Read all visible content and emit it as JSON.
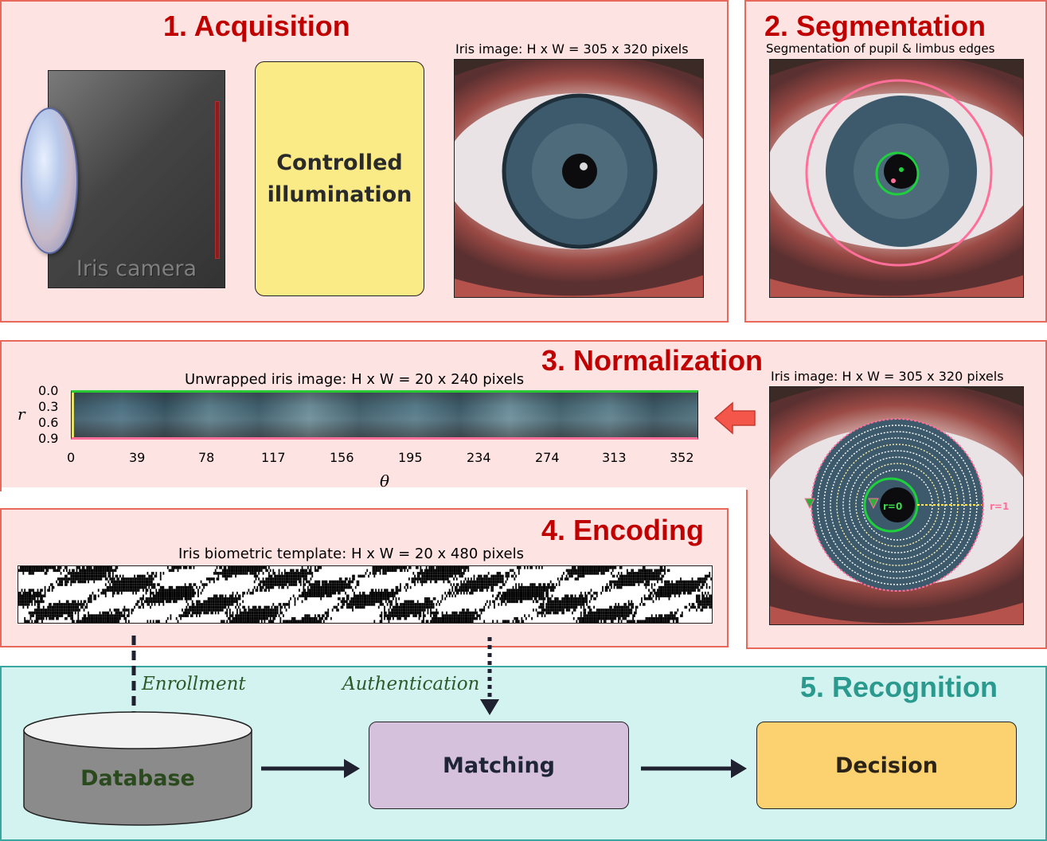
{
  "acquisition": {
    "title": "1. Acquisition",
    "camera_label": "Iris camera",
    "illumination_label_line1": "Controlled",
    "illumination_label_line2": "illumination",
    "iris_caption": "Iris image: H x W = 305 x 320 pixels"
  },
  "segmentation": {
    "title": "2. Segmentation",
    "caption": "Segmentation of pupil & limbus edges"
  },
  "normalization": {
    "title": "3. Normalization",
    "unwrapped_caption": "Unwrapped iris image: H x W = 20 x 240 pixels",
    "iris_caption": "Iris image: H x W = 305 x 320 pixels",
    "y_axis_label": "r",
    "x_axis_label": "θ",
    "y_ticks": [
      "0.0",
      "0.3",
      "0.6",
      "0.9"
    ],
    "x_ticks": [
      "0",
      "39",
      "78",
      "117",
      "156",
      "195",
      "234",
      "274",
      "313",
      "352"
    ],
    "r0_label": "r=0",
    "r1_label": "r=1"
  },
  "encoding": {
    "title": "4. Encoding",
    "caption": "Iris biometric template: H x W = 20 x 480 pixels"
  },
  "recognition": {
    "title": "5. Recognition",
    "enrollment_label": "Enrollment",
    "authentication_label": "Authentication",
    "database_label": "Database",
    "matching_label": "Matching",
    "decision_label": "Decision"
  },
  "colors": {
    "title_red": "#c00000",
    "title_teal": "#2a9a8f",
    "pink_panel": "#fde3e1",
    "teal_panel": "#d3f3f1",
    "illumination_box": "#faeb86",
    "matching_box": "#d6c1dc",
    "decision_box": "#fbd26f",
    "limbus_circle": "#ff6f9a",
    "pupil_circle": "#1ed03c"
  }
}
